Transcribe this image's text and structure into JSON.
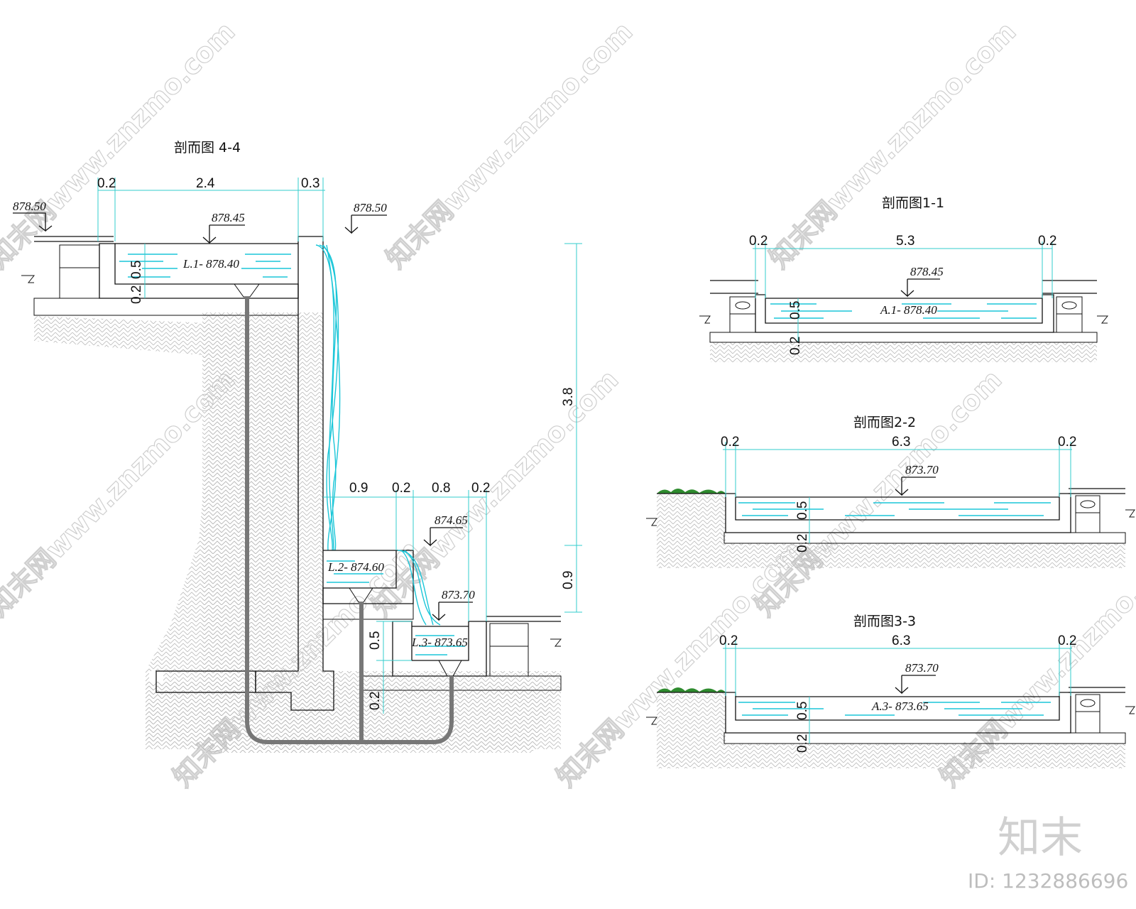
{
  "sections": {
    "s44": {
      "title": "剖而图 4-4",
      "dims_top": [
        "0.2",
        "2.4",
        "0.3"
      ],
      "dims_mid": [
        "0.9",
        "0.2",
        "0.8",
        "0.2"
      ],
      "dims_right": [
        "3.8",
        "0.9"
      ],
      "dims_left_top": [
        "0.5",
        "0.2"
      ],
      "dims_left_bottom": [
        "0.5",
        "0.2"
      ],
      "elev_left": "878.50",
      "elev_pool1": "878.45",
      "elev_right": "878.50",
      "pool1_label": "L.1- 878.40",
      "elev_pool2": "874.65",
      "pool2_label": "L.2- 874.60",
      "elev_pool3": "873.70",
      "pool3_label": "L.3- 873.65"
    },
    "s11": {
      "title": "剖而图1-1",
      "dims": [
        "0.2",
        "5.3",
        "0.2"
      ],
      "elev": "878.45",
      "label": "A.1- 878.40",
      "depth": [
        "0.5",
        "0.2"
      ]
    },
    "s22": {
      "title": "剖而图2-2",
      "dims": [
        "0.2",
        "6.3",
        "0.2"
      ],
      "elev": "873.70",
      "depth": [
        "0.5",
        "0.2"
      ]
    },
    "s33": {
      "title": "剖而图3-3",
      "dims": [
        "0.2",
        "6.3",
        "0.2"
      ],
      "elev": "873.70",
      "label": "A.3- 873.65",
      "depth": [
        "0.5",
        "0.2"
      ]
    }
  },
  "watermark": {
    "text": "知末网www.znzmo.com",
    "brand": "知末",
    "id": "ID: 1232886696"
  },
  "colors": {
    "water": "#1bc6d8",
    "dimension": "#33cccc",
    "soil_hatch": "#aaaaaa",
    "grass": "#2e8b2e"
  }
}
